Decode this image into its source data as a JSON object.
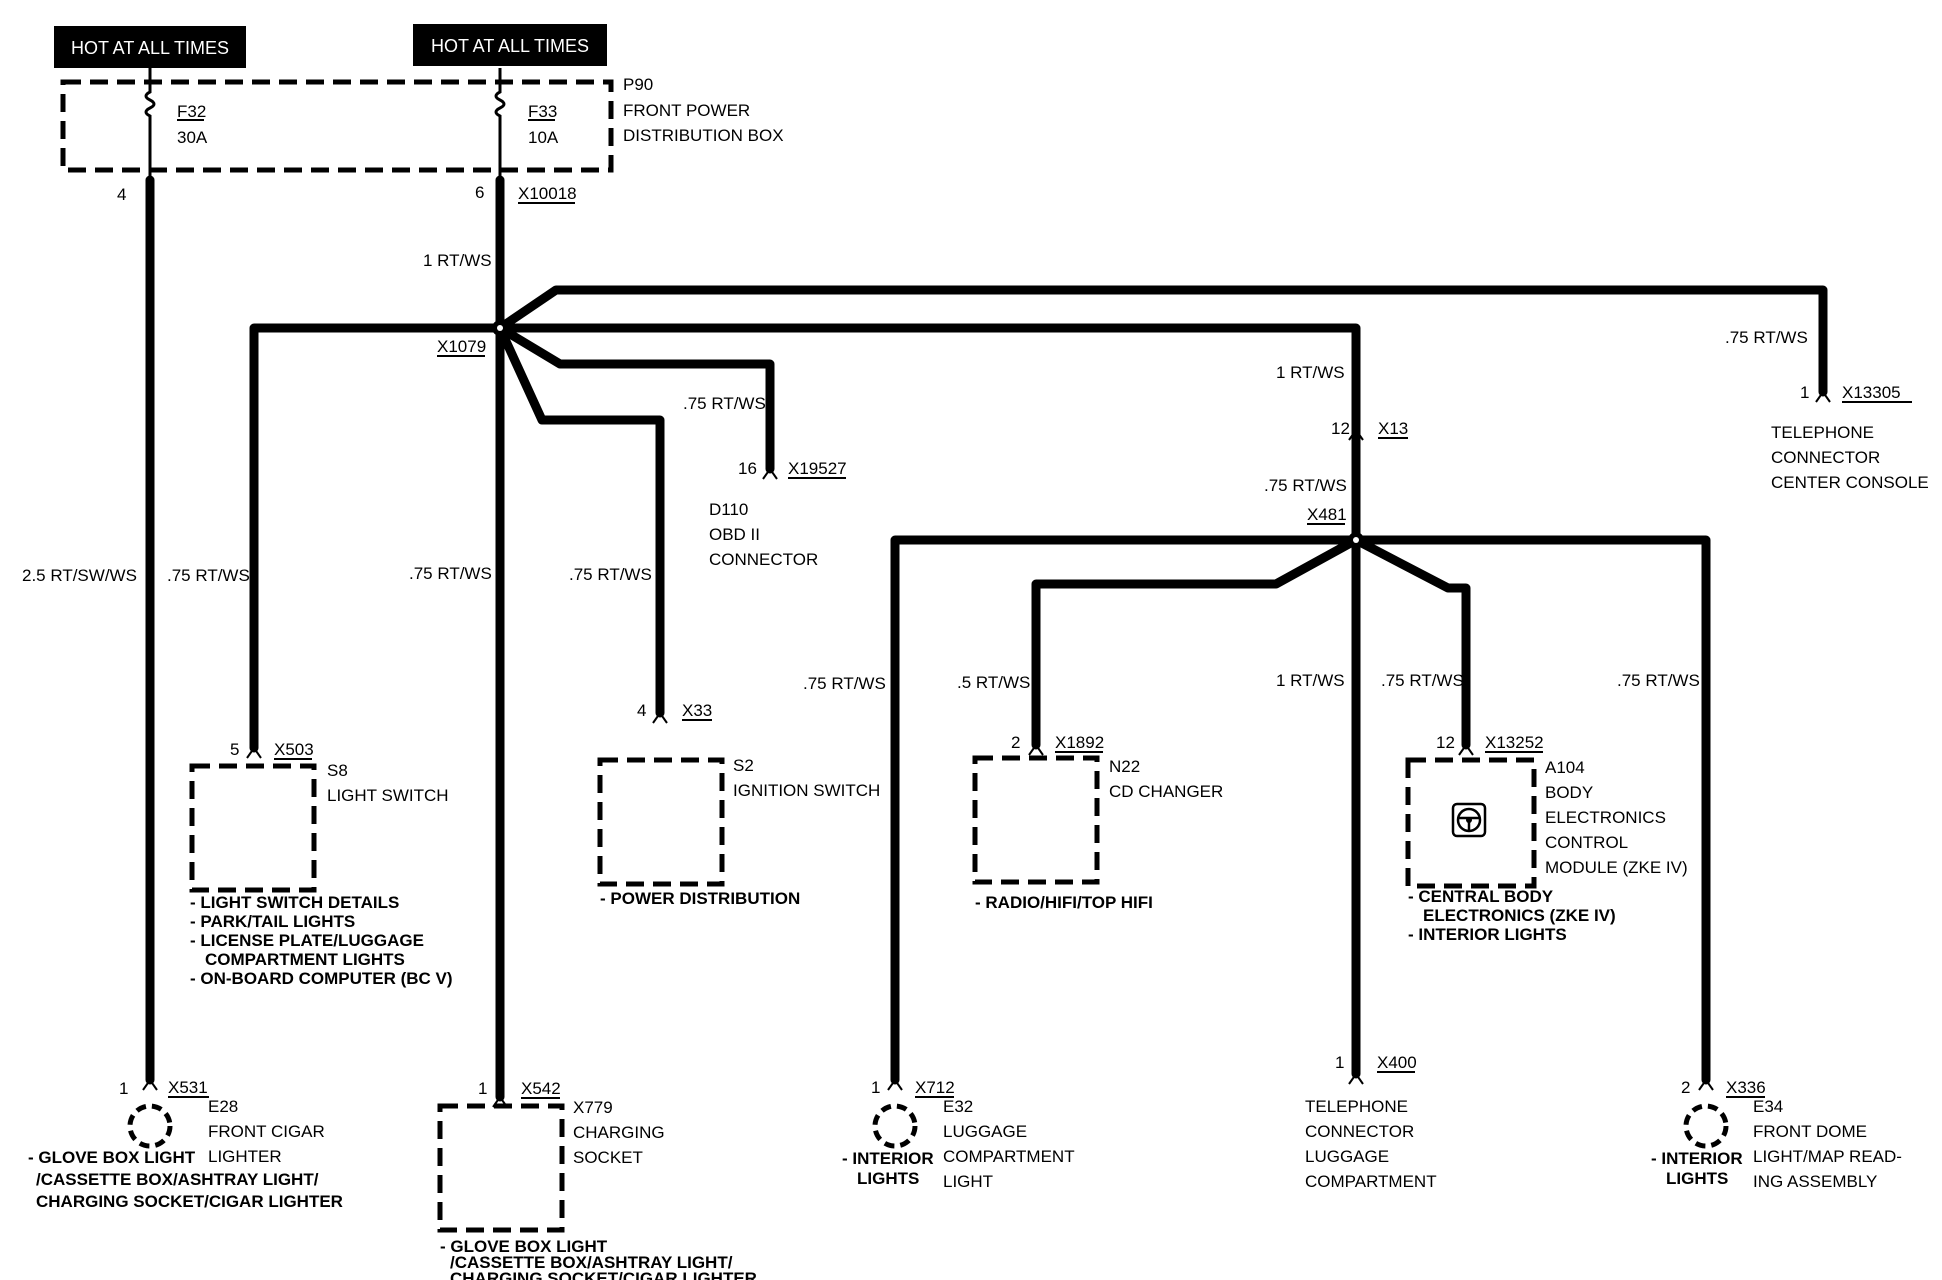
{
  "badges": [
    "HOT AT ALL TIMES",
    "HOT AT ALL TIMES"
  ],
  "fuse_box": {
    "id": "P90",
    "name_line1": "FRONT POWER",
    "name_line2": "DISTRIBUTION BOX",
    "fuses": [
      {
        "id": "F32",
        "rating": "30A",
        "pin": "4"
      },
      {
        "id": "F33",
        "rating": "10A",
        "pin": "6"
      }
    ],
    "connector": "X10018"
  },
  "splices": {
    "main": "X1079",
    "secondary": "X481"
  },
  "wires": {
    "f32_feed": "2.5 RT/SW/WS",
    "main_feed": "1 RT/WS",
    "light_switch": ".75 RT/WS",
    "charging_socket": ".75 RT/WS",
    "ignition": ".75 RT/WS",
    "obd": ".75 RT/WS",
    "to_x13": "1 RT/WS",
    "telephone_console": ".75 RT/WS",
    "x13_to_x481": ".75 RT/WS",
    "luggage_light": ".75 RT/WS",
    "cd_changer": ".5 RT/WS",
    "telephone_luggage": "1 RT/WS",
    "zke": ".75 RT/WS",
    "dome_light": ".75 RT/WS"
  },
  "connectors": {
    "x531": {
      "pin": "1",
      "id": "X531"
    },
    "x503": {
      "pin": "5",
      "id": "X503"
    },
    "x542": {
      "pin": "1",
      "id": "X542"
    },
    "x33": {
      "pin": "4",
      "id": "X33"
    },
    "x19527": {
      "pin": "16",
      "id": "X19527"
    },
    "x13": {
      "pin": "12",
      "id": "X13"
    },
    "x13305": {
      "pin": "1",
      "id": "X13305"
    },
    "x712": {
      "pin": "1",
      "id": "X712"
    },
    "x1892": {
      "pin": "2",
      "id": "X1892"
    },
    "x400": {
      "pin": "1",
      "id": "X400"
    },
    "x13252": {
      "pin": "12",
      "id": "X13252"
    },
    "x336": {
      "pin": "2",
      "id": "X336"
    }
  },
  "components": {
    "e28": {
      "id": "E28",
      "lines": [
        "FRONT CIGAR",
        "LIGHTER"
      ]
    },
    "s8": {
      "id": "S8",
      "lines": [
        "LIGHT SWITCH"
      ]
    },
    "x779": {
      "id": "X779",
      "lines": [
        "CHARGING",
        "SOCKET"
      ]
    },
    "s2": {
      "id": "S2",
      "lines": [
        "IGNITION SWITCH"
      ]
    },
    "d110": {
      "id": "D110",
      "lines": [
        "OBD II",
        "CONNECTOR"
      ]
    },
    "telephone_console": {
      "lines": [
        "TELEPHONE",
        "CONNECTOR",
        "CENTER CONSOLE"
      ]
    },
    "e32": {
      "id": "E32",
      "lines": [
        "LUGGAGE",
        "COMPARTMENT",
        "LIGHT"
      ]
    },
    "n22": {
      "id": "N22",
      "lines": [
        "CD CHANGER"
      ]
    },
    "telephone_luggage": {
      "lines": [
        "TELEPHONE",
        "CONNECTOR",
        "LUGGAGE",
        "COMPARTMENT"
      ]
    },
    "a104": {
      "id": "A104",
      "lines": [
        "BODY",
        "ELECTRONICS",
        "CONTROL",
        "MODULE (ZKE IV)"
      ]
    },
    "e34": {
      "id": "E34",
      "lines": [
        "FRONT DOME",
        "LIGHT/MAP READ-",
        "ING ASSEMBLY"
      ]
    }
  },
  "notes": {
    "e28": [
      "- GLOVE BOX LIGHT",
      "/CASSETTE BOX/ASHTRAY LIGHT/",
      "CHARGING SOCKET/CIGAR LIGHTER"
    ],
    "s8": [
      "- LIGHT SWITCH DETAILS",
      "- PARK/TAIL LIGHTS",
      "- LICENSE PLATE/LUGGAGE",
      "COMPARTMENT LIGHTS",
      "- ON-BOARD COMPUTER (BC V)"
    ],
    "x779": [
      "- GLOVE BOX LIGHT",
      "/CASSETTE BOX/ASHTRAY LIGHT/",
      "CHARGING SOCKET/CIGAR LIGHTER"
    ],
    "s2": [
      "- POWER DISTRIBUTION"
    ],
    "n22": [
      "- RADIO/HIFI/TOP HIFI"
    ],
    "a104": [
      "- CENTRAL BODY",
      "ELECTRONICS (ZKE IV)",
      "- INTERIOR LIGHTS"
    ],
    "e32": [
      "- INTERIOR",
      "LIGHTS"
    ],
    "e34": [
      "- INTERIOR",
      "LIGHTS"
    ]
  }
}
